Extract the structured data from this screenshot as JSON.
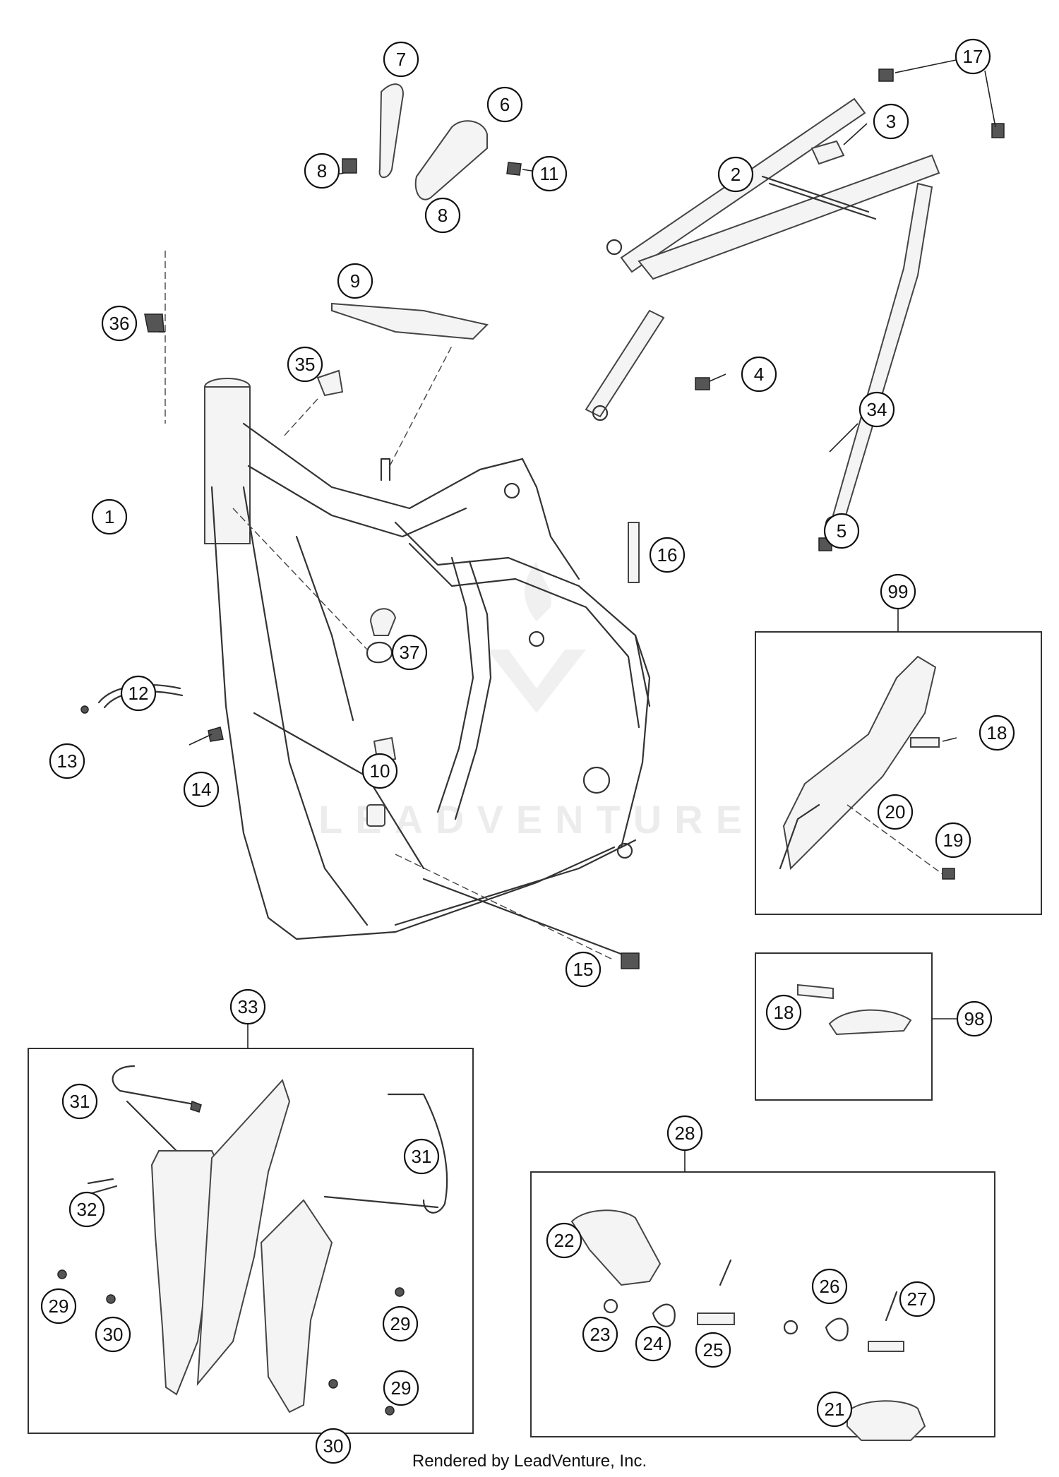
{
  "footer_text": "Rendered by LeadVenture, Inc.",
  "watermark_text": "LEADVENTURE",
  "callouts": [
    "7",
    "6",
    "8",
    "11",
    "8",
    "17",
    "3",
    "2",
    "9",
    "36",
    "35",
    "4",
    "34",
    "1",
    "16",
    "5",
    "37",
    "99",
    "18",
    "12",
    "13",
    "10",
    "20",
    "14",
    "19",
    "15",
    "33",
    "18",
    "98",
    "31",
    "31",
    "32",
    "29",
    "30",
    "29",
    "29",
    "30",
    "28",
    "22",
    "26",
    "27",
    "23",
    "24",
    "25",
    "21"
  ]
}
